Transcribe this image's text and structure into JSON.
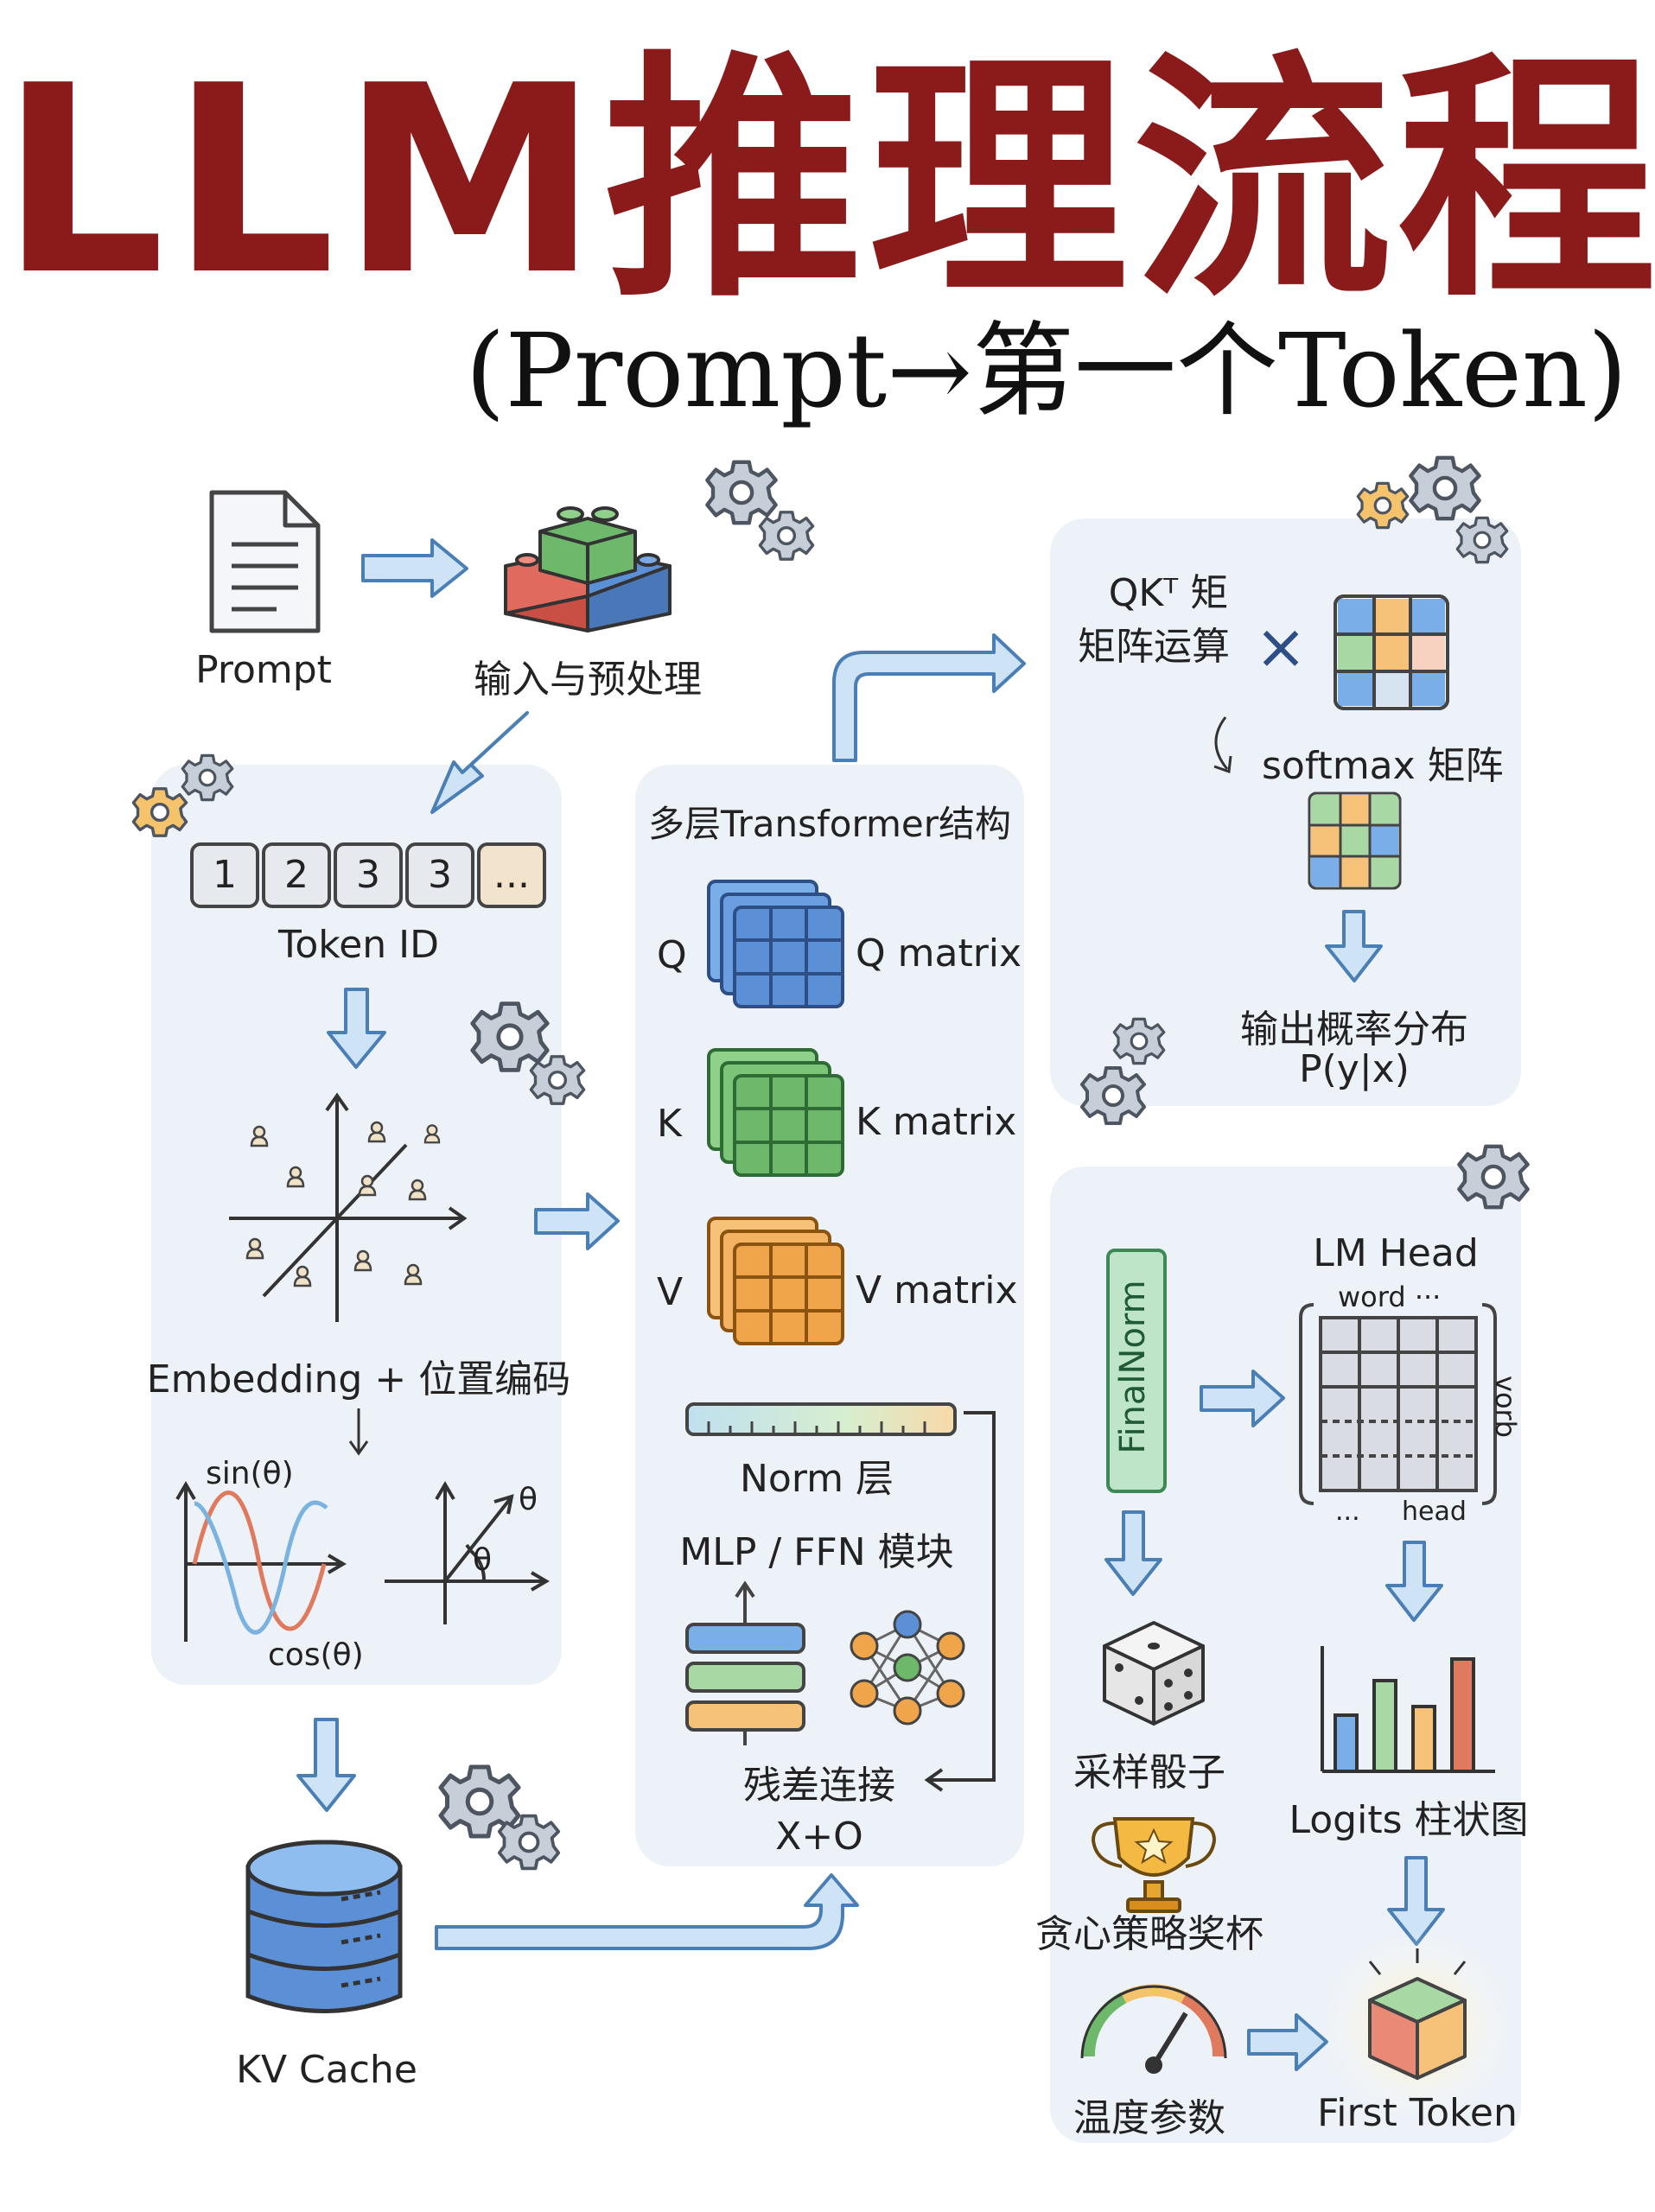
{
  "title": "LLM推理流程",
  "subtitle": "(Prompt→第一个Token)",
  "top": {
    "prompt": "Prompt",
    "preprocess": "输入与预处理"
  },
  "left_panel": {
    "token_ids": [
      "1",
      "2",
      "3",
      "3",
      "..."
    ],
    "token_id_label": "Token ID",
    "embedding_label": "Embedding + 位置编码",
    "sin_label": "sin(θ)",
    "cos_label": "cos(θ)",
    "theta1": "θ",
    "theta2": "θ"
  },
  "kv_cache": "KV Cache",
  "transformer": {
    "title": "多层Transformer结构",
    "q": "Q",
    "q_matrix": "Q matrix",
    "k": "K",
    "k_matrix": "K matrix",
    "v": "V",
    "v_matrix": "V matrix",
    "norm": "Norm 层",
    "mlp": "MLP / FFN 模块",
    "residual": "残差连接",
    "residual_formula": "X+O"
  },
  "attention": {
    "qk_line1": "QKᵀ 矩",
    "qk_line2": "矩阵运算",
    "times": "×",
    "softmax": "softmax 矩阵",
    "output1": "输出概率分布",
    "output2": "P(y|x)"
  },
  "output_panel": {
    "final_norm": "FinalNorm",
    "lm_head": "LM Head",
    "word": "word ···",
    "vorb": "vorb",
    "dots": "...",
    "head": "head",
    "dice": "采样骰子",
    "trophy": "贪心策略奖杯",
    "temperature": "温度参数",
    "logits": "Logits 柱状图",
    "first_token": "First Token"
  },
  "colors": {
    "title": "#8b1a1a",
    "arrow_fill": "#cfe3f6",
    "arrow_stroke": "#4a7fb5",
    "blue": "#5b8fd6",
    "green": "#6db86a",
    "orange": "#f0a54a",
    "panel": "#edf2f8"
  }
}
